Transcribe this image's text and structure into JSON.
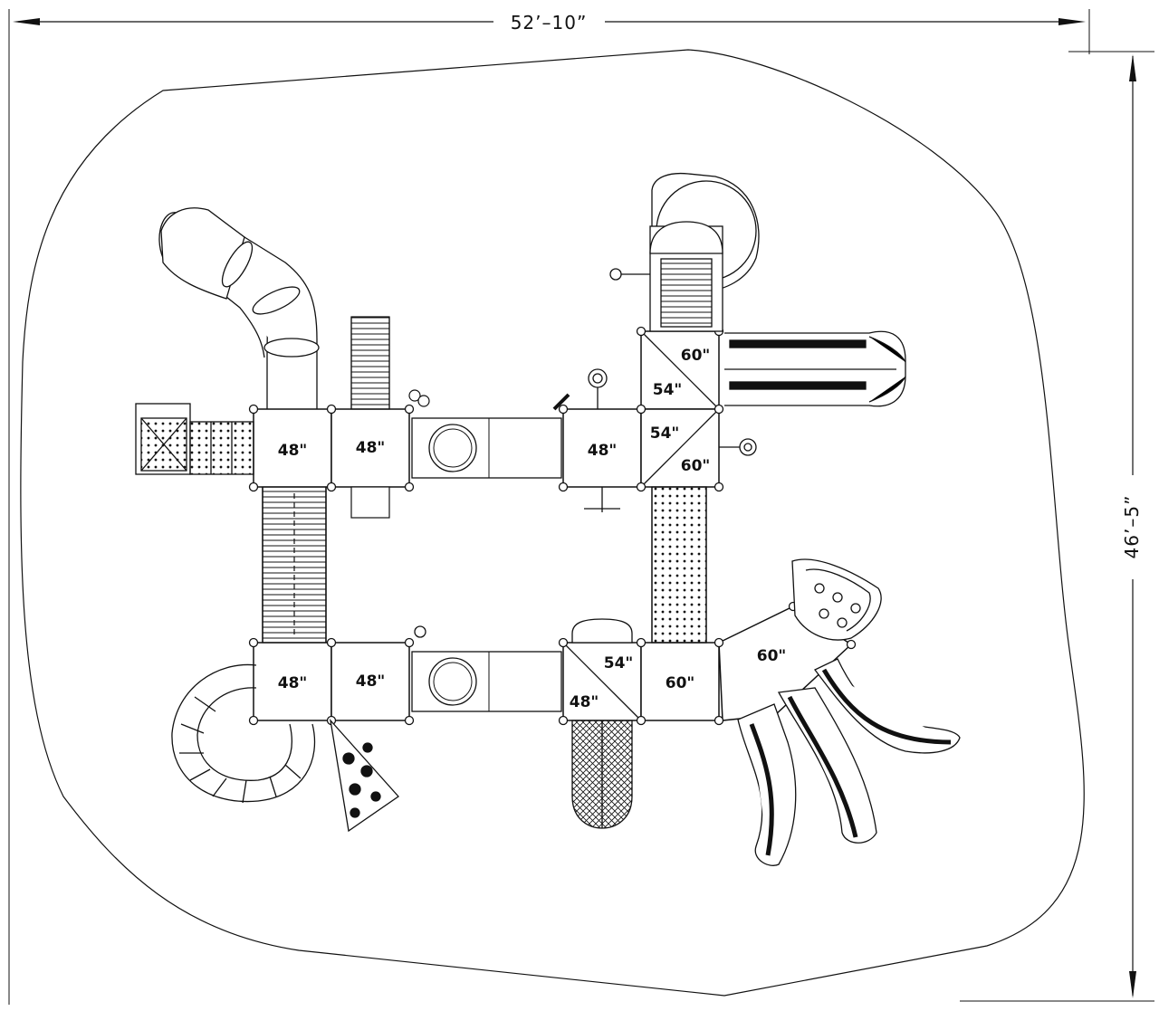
{
  "dimensions": {
    "width": "52’–10”",
    "depth": "46’–5”"
  },
  "decks": {
    "d1": "48\"",
    "d2": "48\"",
    "d3": "48\"",
    "d4_top": "60\"",
    "d4_bottom": "54\"",
    "d5_top": "54\"",
    "d5_bottom": "60\"",
    "d6": "48\"",
    "d7": "48\"",
    "d8_top": "54\"",
    "d8_bottom": "48\"",
    "d9": "60\"",
    "d10": "60\""
  },
  "colors": {
    "line": "#111111",
    "background": "#ffffff",
    "fill_dark": "#111111"
  }
}
